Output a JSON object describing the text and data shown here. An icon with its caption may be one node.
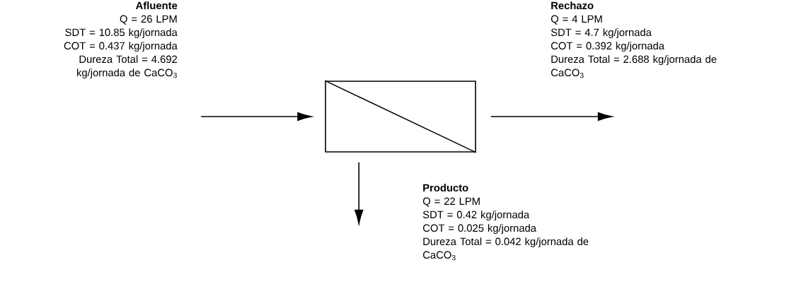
{
  "diagram": {
    "nodes": [
      {
        "text": [
          "Afluente",
          "Q = 26 LPM",
          "SDT = 10.85 kg/jornada",
          "COT = 0.437 kg/jornada",
          "Dureza Total = 4.692 kg/jornada de CaCO$_{3}$"
        ]
      },
      {
        "text": [],
        "shape": "box"
      },
      {
        "text": [
          "Rechazo",
          "Q = 4 LPM",
          "SDT = 4.7 kg/jornada",
          "COT = 0.392 kg/jornada",
          "Dureza Total = 2.688 kg/jornada de CaCO$_{3}$"
        ]
      },
      {
        "text": [
          "Producto",
          "Q = 22 LPM",
          "SDT = 0.42 kg/jornada",
          "COT = 0.025 kg/jornada",
          "Dureza Total = 0.042 kg/jornada de CaCO$_{3}$"
        ]
      }
    ],
    "edges": [
      {
        "from": null,
        "to": 1,
        "arrow": "to"
      },
      {
        "from": 1,
        "to": null,
        "arrow": "to"
      },
      {
        "from": 1,
        "to": null,
        "arrow": "to"
      }
    ]
  }
}
